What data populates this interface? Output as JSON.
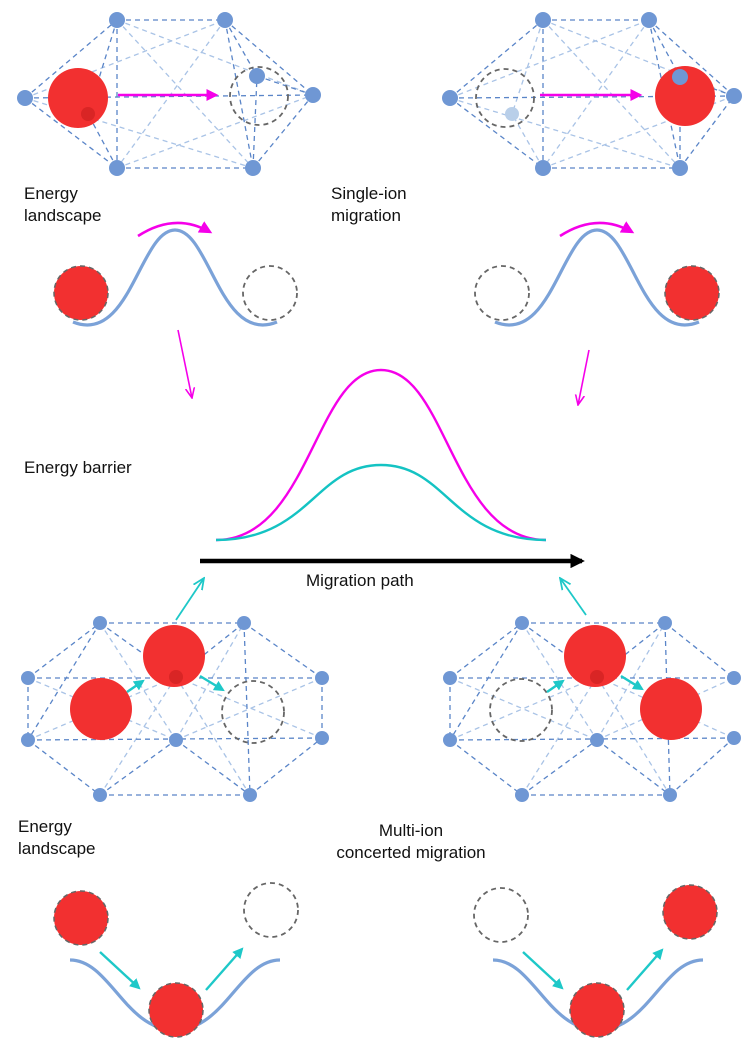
{
  "labels": {
    "energy_landscape_top": [
      "Energy",
      "landscape"
    ],
    "single_ion": [
      "Single-ion",
      "migration"
    ],
    "energy_barrier": "Energy barrier",
    "migration_path": "Migration path",
    "energy_landscape_bottom": [
      "Energy",
      "landscape"
    ],
    "multi_ion": [
      "Multi-ion",
      "concerted migration"
    ]
  },
  "colors": {
    "ion": "#f23030",
    "site": "#6f97d4",
    "site_light": "#b9cfe9",
    "network_dark": "#5a85c8",
    "network_light": "#a9c3e6",
    "single_ion_arrow": "#f500e9",
    "multi_ion_arrow": "#1ec8c8",
    "vacancy": "#666666",
    "axis": "#000000"
  }
}
